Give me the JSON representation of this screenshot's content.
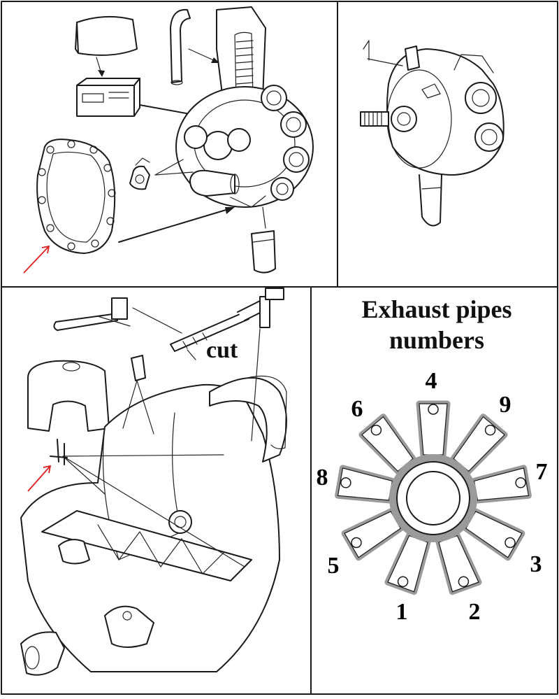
{
  "panels": {
    "exhaust": {
      "title_line1": "Exhaust pipes",
      "title_line2": "numbers",
      "pipe_numbers": [
        "1",
        "2",
        "3",
        "4",
        "5",
        "6",
        "7",
        "8",
        "9"
      ]
    },
    "exhaust_collector": {
      "cut_label": "cut"
    }
  },
  "colors": {
    "ink": "#1a1a1a",
    "marker_arrow": "#e02020",
    "paper": "#ffffff",
    "pipe_tone": "#9a9a9a"
  }
}
